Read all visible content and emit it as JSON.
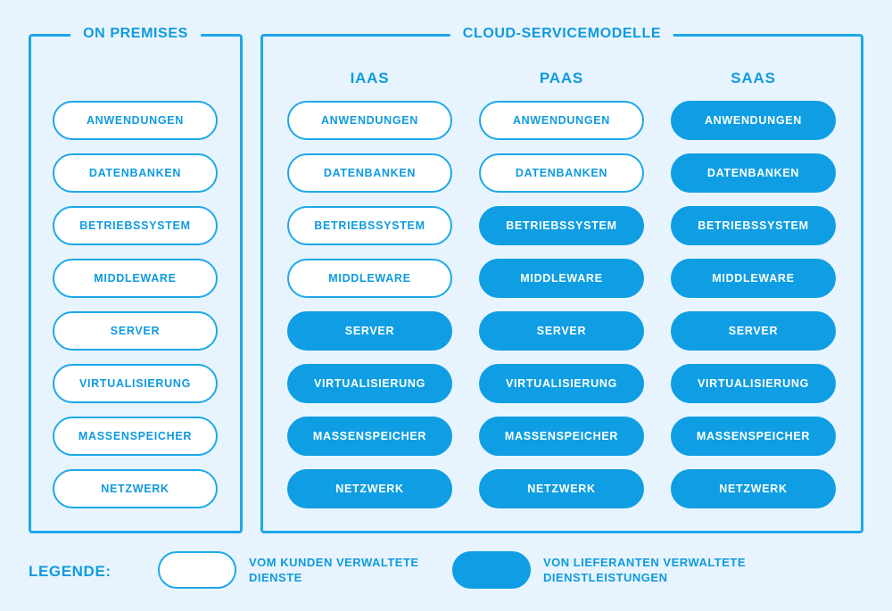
{
  "colors": {
    "background": "#e8f4fd",
    "accent": "#0f9ae0",
    "vendor_fill": "#0f9ee3",
    "border": "#1ea8e8",
    "customer_fill": "#ffffff"
  },
  "groups": {
    "on_premises_title": "ON PREMISES",
    "cloud_title": "CLOUD-SERVICEMODELLE"
  },
  "columns": [
    {
      "key": "on_premises",
      "header": "",
      "layers": [
        {
          "label": "ANWENDUNGEN",
          "owner": "customer"
        },
        {
          "label": "DATENBANKEN",
          "owner": "customer"
        },
        {
          "label": "BETRIEBSSYSTEM",
          "owner": "customer"
        },
        {
          "label": "MIDDLEWARE",
          "owner": "customer"
        },
        {
          "label": "SERVER",
          "owner": "customer"
        },
        {
          "label": "VIRTUALISIERUNG",
          "owner": "customer"
        },
        {
          "label": "MASSENSPEICHER",
          "owner": "customer"
        },
        {
          "label": "NETZWERK",
          "owner": "customer"
        }
      ]
    },
    {
      "key": "iaas",
      "header": "IAAS",
      "layers": [
        {
          "label": "ANWENDUNGEN",
          "owner": "customer"
        },
        {
          "label": "DATENBANKEN",
          "owner": "customer"
        },
        {
          "label": "BETRIEBSSYSTEM",
          "owner": "customer"
        },
        {
          "label": "MIDDLEWARE",
          "owner": "customer"
        },
        {
          "label": "SERVER",
          "owner": "vendor"
        },
        {
          "label": "VIRTUALISIERUNG",
          "owner": "vendor"
        },
        {
          "label": "MASSENSPEICHER",
          "owner": "vendor"
        },
        {
          "label": "NETZWERK",
          "owner": "vendor"
        }
      ]
    },
    {
      "key": "paas",
      "header": "PAAS",
      "layers": [
        {
          "label": "ANWENDUNGEN",
          "owner": "customer"
        },
        {
          "label": "DATENBANKEN",
          "owner": "customer"
        },
        {
          "label": "BETRIEBSSYSTEM",
          "owner": "vendor"
        },
        {
          "label": "MIDDLEWARE",
          "owner": "vendor"
        },
        {
          "label": "SERVER",
          "owner": "vendor"
        },
        {
          "label": "VIRTUALISIERUNG",
          "owner": "vendor"
        },
        {
          "label": "MASSENSPEICHER",
          "owner": "vendor"
        },
        {
          "label": "NETZWERK",
          "owner": "vendor"
        }
      ]
    },
    {
      "key": "saas",
      "header": "SAAS",
      "layers": [
        {
          "label": "ANWENDUNGEN",
          "owner": "vendor"
        },
        {
          "label": "DATENBANKEN",
          "owner": "vendor"
        },
        {
          "label": "BETRIEBSSYSTEM",
          "owner": "vendor"
        },
        {
          "label": "MIDDLEWARE",
          "owner": "vendor"
        },
        {
          "label": "SERVER",
          "owner": "vendor"
        },
        {
          "label": "VIRTUALISIERUNG",
          "owner": "vendor"
        },
        {
          "label": "MASSENSPEICHER",
          "owner": "vendor"
        },
        {
          "label": "NETZWERK",
          "owner": "vendor"
        }
      ]
    }
  ],
  "legend": {
    "title": "LEGENDE:",
    "items": [
      {
        "owner": "customer",
        "label": "VOM KUNDEN VERWALTETE DIENSTE"
      },
      {
        "owner": "vendor",
        "label": "VON LIEFERANTEN VERWALTETE DIENSTLEISTUNGEN"
      }
    ]
  }
}
